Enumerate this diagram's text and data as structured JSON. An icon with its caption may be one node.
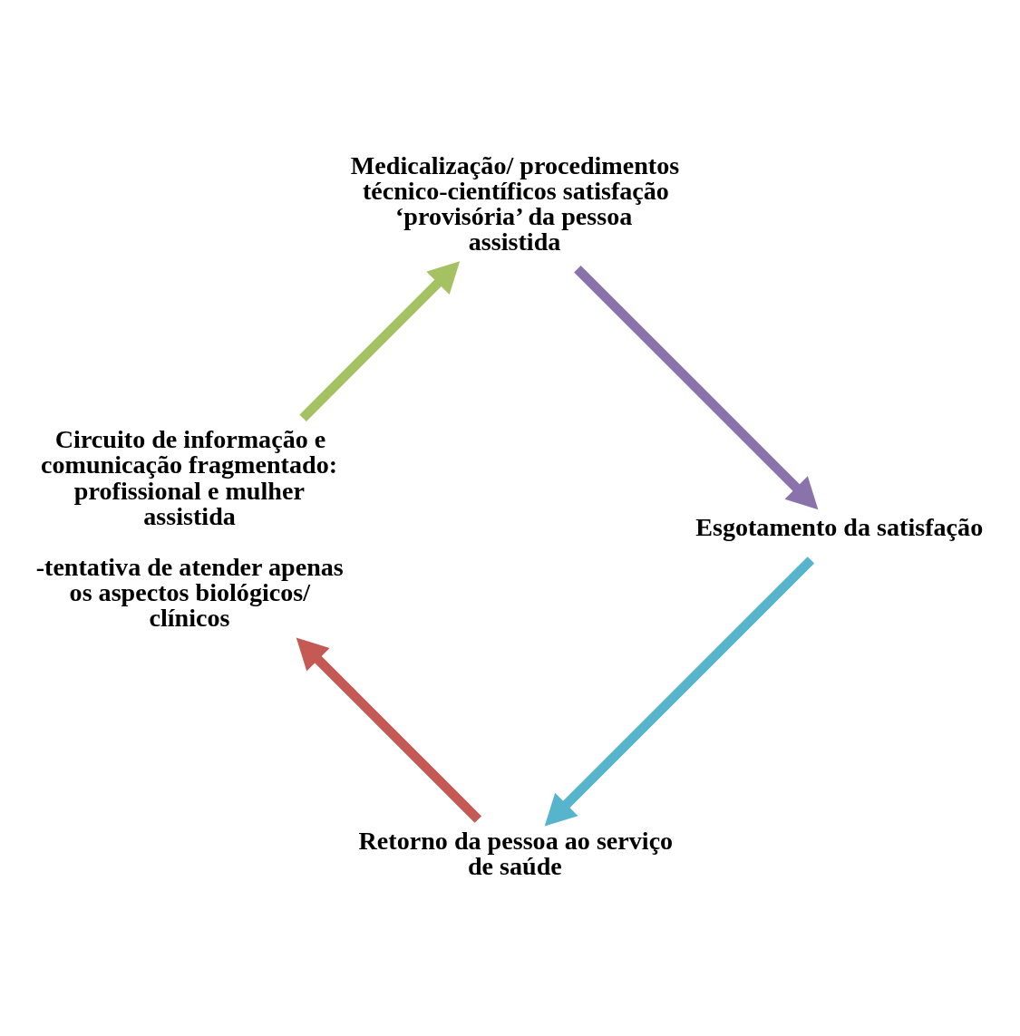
{
  "diagram": {
    "nodes": [
      {
        "text": [
          "Retorno da pessoa ao serviço de saúde"
        ]
      },
      {
        "text": [
          "Esgotamento da satisfação"
        ]
      },
      {
        "text": [
          "Circuito de informação e comunicação fragmentado: profissional e mulher assistida",
          "-tentativa de atender apenas os aspectos biológicos/ clínicos"
        ]
      },
      {
        "text": [
          "Medicalização/ procedimentos técnico-científicos satisfação ‘provisória’ da pessoa assistida"
        ]
      }
    ],
    "edges": [
      {
        "from": 1,
        "to": 0,
        "arrow": "to",
        "color": "#57b4cd"
      },
      {
        "from": 0,
        "to": 2,
        "arrow": "to",
        "color": "#c55a55"
      },
      {
        "from": 2,
        "to": 3,
        "arrow": "to",
        "color": "#a5c262"
      },
      {
        "from": 3,
        "to": 1,
        "arrow": "to",
        "color": "#8a72ab"
      }
    ]
  }
}
